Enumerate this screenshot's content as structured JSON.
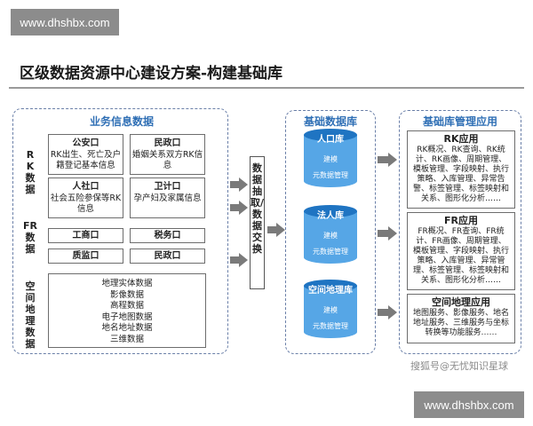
{
  "watermark": "www.dhshbx.com",
  "title": "区级数据资源中心建设方案-构建基础库",
  "left_panel": {
    "title": "业务信息数据",
    "groups": [
      {
        "label": "RK数据",
        "boxes": [
          {
            "head": "公安口",
            "text": "RK出生、死亡及户籍登记基本信息"
          },
          {
            "head": "民政口",
            "text": "婚姻关系双方RK信息"
          },
          {
            "head": "人社口",
            "text": "社会五险参保等RK信息"
          },
          {
            "head": "卫计口",
            "text": "孕产妇及家属信息"
          }
        ]
      },
      {
        "label": "FR数据",
        "boxes": [
          {
            "head": "工商口",
            "text": ""
          },
          {
            "head": "税务口",
            "text": ""
          },
          {
            "head": "质监口",
            "text": ""
          },
          {
            "head": "民政口",
            "text": ""
          }
        ]
      },
      {
        "label": "空间地理数据",
        "items": [
          "地理实体数据",
          "影像数据",
          "高程数据",
          "电子地图数据",
          "地名地址数据",
          "三维数据"
        ]
      }
    ]
  },
  "exchange_label": "数据抽取/数据交换",
  "middle_panel": {
    "title": "基础数据库",
    "dbs": [
      {
        "name": "人口库",
        "rows": [
          "建模",
          "元数据管理"
        ]
      },
      {
        "name": "法人库",
        "rows": [
          "建模",
          "元数据管理"
        ]
      },
      {
        "name": "空间地理库",
        "rows": [
          "建模",
          "元数据管理"
        ]
      }
    ]
  },
  "right_panel": {
    "title": "基础库管理应用",
    "apps": [
      {
        "head": "RK应用",
        "text": "RK概况、RK查询、RK统计、RK画像、周期管理、模板管理、字段映射、执行策略、入库管理、异常告警、标签管理、标签映射和关系、图形化分析……"
      },
      {
        "head": "FR应用",
        "text": "FR概况、FR查询、FR统计、FR画像、周期管理、模板管理、字段映射、执行策略、入库管理、异常管理、标签管理、标签映射和关系、图形化分析……"
      },
      {
        "head": "空间地理应用",
        "text": "地图服务、影像服务、地名地址服务、三维服务与坐标转换等功能服务……"
      }
    ]
  },
  "signature": "搜狐号@无忧知识星球",
  "colors": {
    "accent": "#2f6fb5",
    "db_dark": "#1f74c2",
    "db_light": "#56a6e6",
    "arrow": "#7a7a7a"
  }
}
